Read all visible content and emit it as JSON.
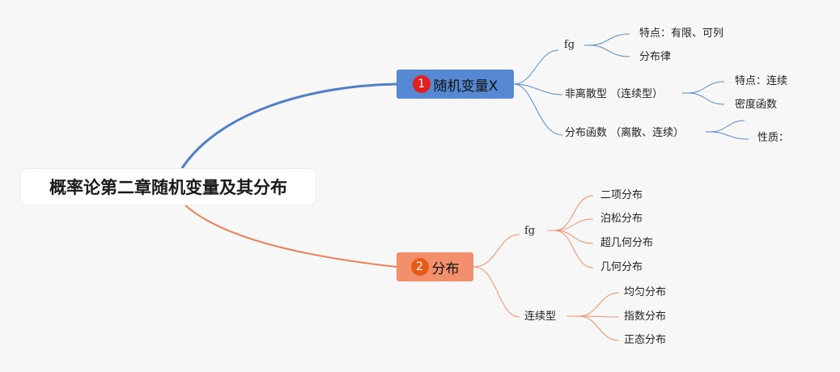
{
  "root": {
    "title": "概率论第二章随机变量及其分布"
  },
  "branches": [
    {
      "number": "1",
      "label": "随机变量X",
      "color": "#5689d2",
      "children": [
        {
          "label": "fg",
          "children": [
            "特点：有限、可列",
            "分布律"
          ]
        },
        {
          "label": "非离散型 （连续型）",
          "children": [
            "特点：连续",
            "密度函数"
          ]
        },
        {
          "label": "分布函数 （离散、连续）",
          "children": [
            "",
            "性质："
          ]
        }
      ]
    },
    {
      "number": "2",
      "label": "分布",
      "color": "#f2906c",
      "children": [
        {
          "label": "fg",
          "children": [
            "二项分布",
            "泊松分布",
            "超几何分布",
            "几何分布"
          ]
        },
        {
          "label": "连续型",
          "children": [
            "均匀分布",
            "指数分布",
            "正态分布"
          ]
        }
      ]
    }
  ]
}
